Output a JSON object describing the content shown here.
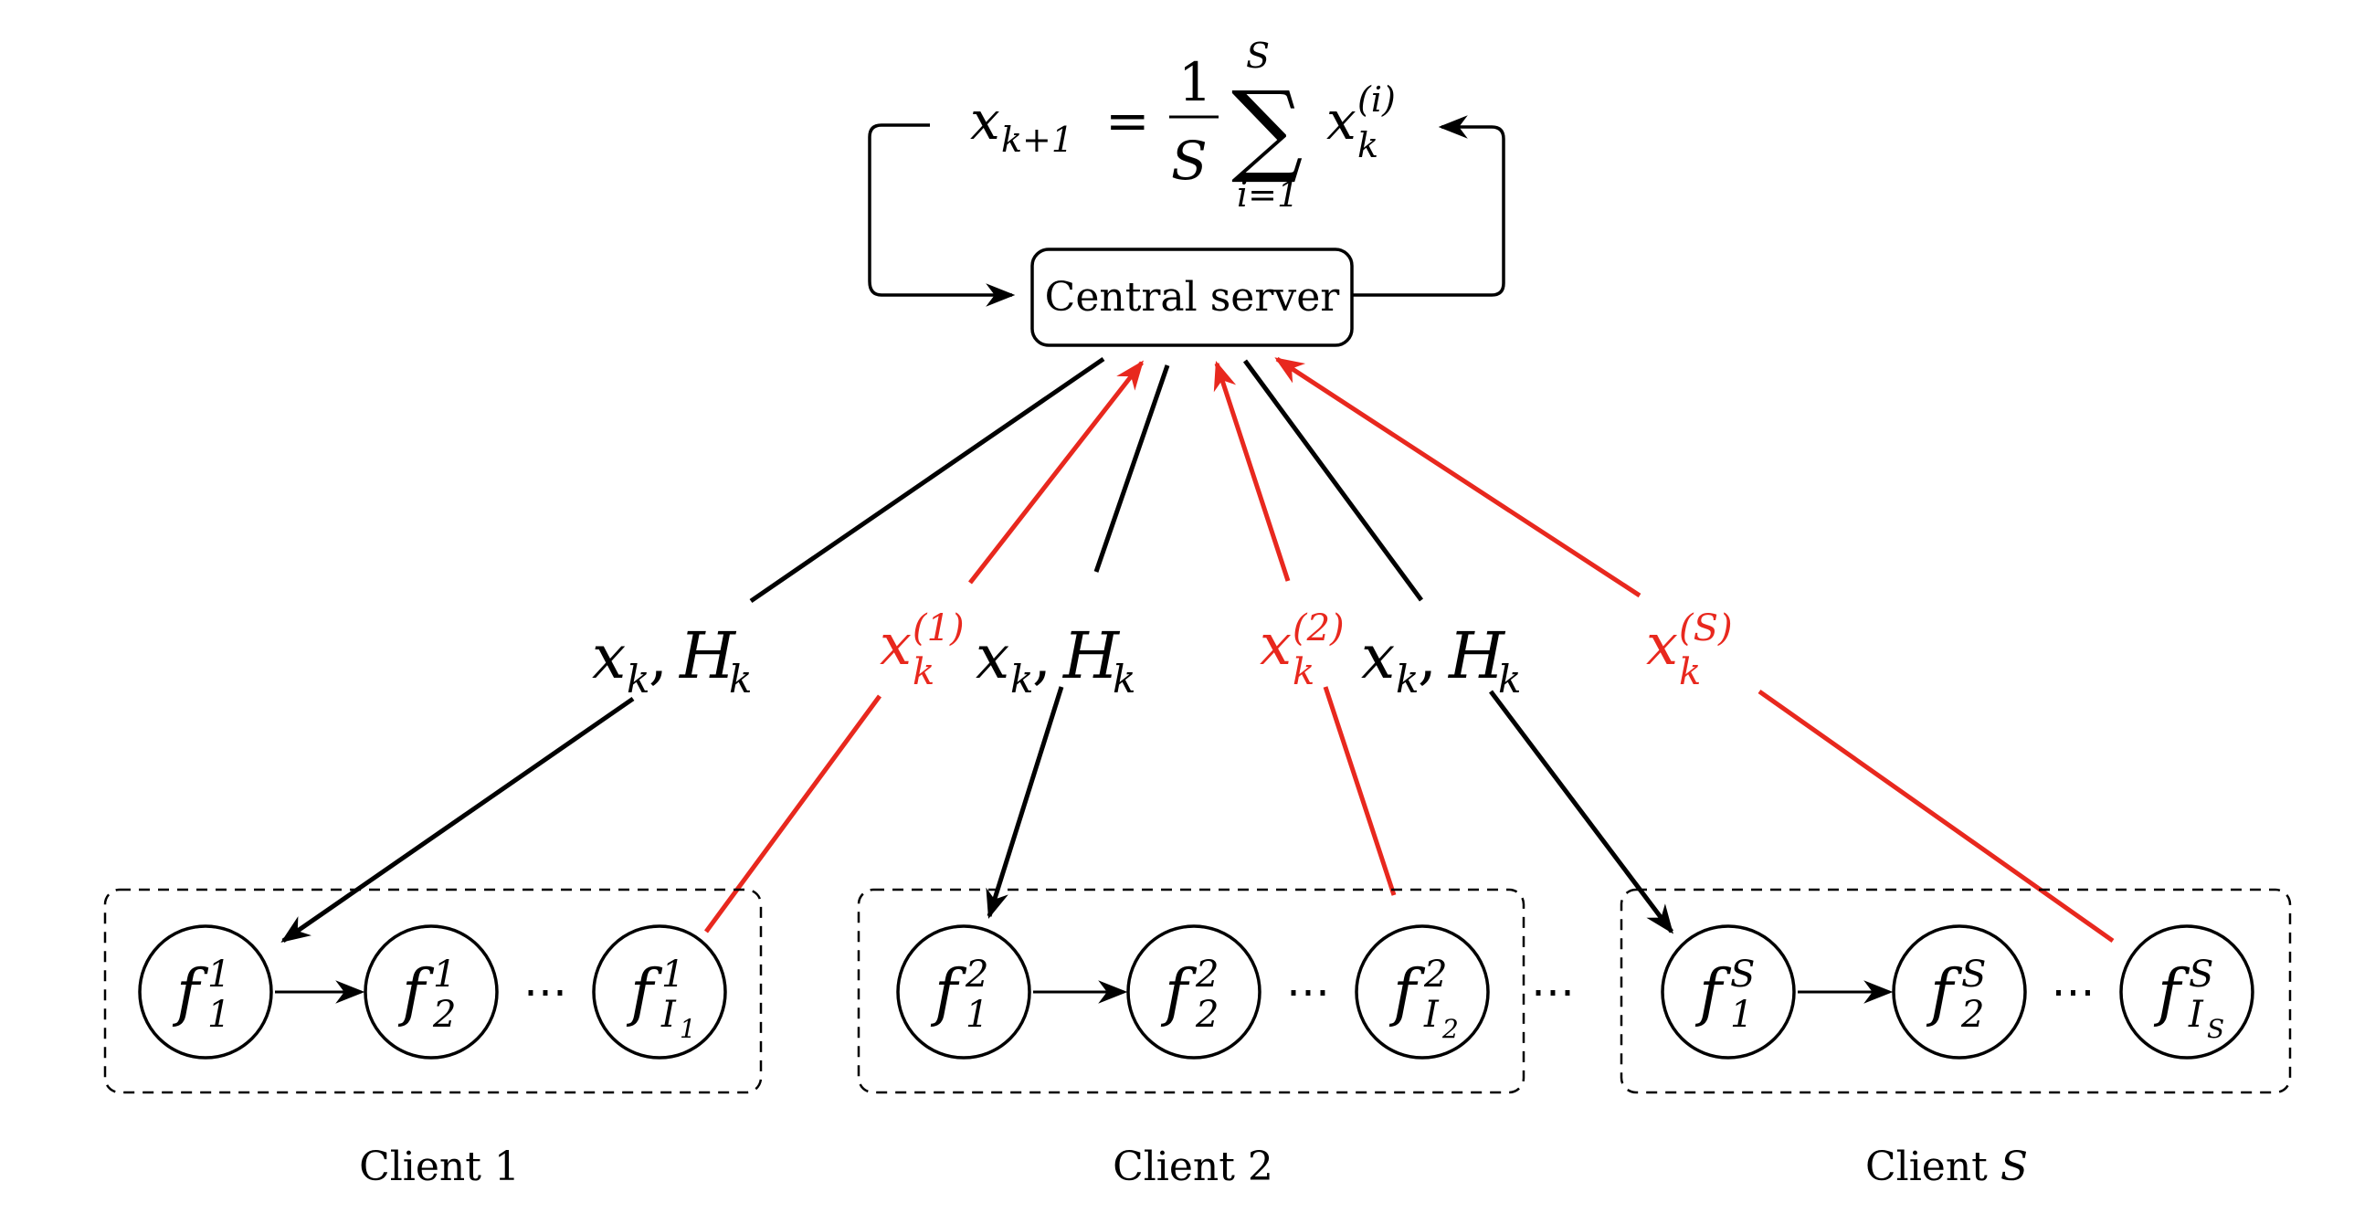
{
  "colors": {
    "ink": "#000000",
    "accent": "#e8281e"
  },
  "server": {
    "label": "Central server"
  },
  "update_formula": {
    "lhs_var": "x",
    "lhs_sub": "k+1",
    "equals": "=",
    "frac_num": "1",
    "frac_den": "S",
    "sum_symbol": "∑",
    "sum_upper": "S",
    "sum_lower": "i=1",
    "term_var": "x",
    "term_sub": "k",
    "term_sup": "(i)"
  },
  "broadcast_label": {
    "var": "x",
    "sub": "k",
    "sep": ",",
    "cal": "H",
    "cal_sub": "k"
  },
  "upload_labels": [
    {
      "var": "x",
      "sub": "k",
      "sup": "(1)"
    },
    {
      "var": "x",
      "sub": "k",
      "sup": "(2)"
    },
    {
      "var": "x",
      "sub": "k",
      "sup": "(S)"
    }
  ],
  "clients": [
    {
      "caption": "Client 1",
      "nodes": [
        {
          "base": "f",
          "sub": "1",
          "sup": "1"
        },
        {
          "base": "f",
          "sub": "2",
          "sup": "1"
        },
        {
          "base": "f",
          "sub": "I",
          "subsub": "1",
          "sup": "1"
        }
      ]
    },
    {
      "caption": "Client 2",
      "nodes": [
        {
          "base": "f",
          "sub": "1",
          "sup": "2"
        },
        {
          "base": "f",
          "sub": "2",
          "sup": "2"
        },
        {
          "base": "f",
          "sub": "I",
          "subsub": "2",
          "sup": "2"
        }
      ]
    },
    {
      "caption_prefix": "Client ",
      "caption_var": "S",
      "nodes": [
        {
          "base": "f",
          "sub": "1",
          "sup": "S"
        },
        {
          "base": "f",
          "sub": "2",
          "sup": "S"
        },
        {
          "base": "f",
          "sub": "I",
          "subsub": "S",
          "sup": "S"
        }
      ]
    }
  ],
  "ellipsis": "⋯"
}
